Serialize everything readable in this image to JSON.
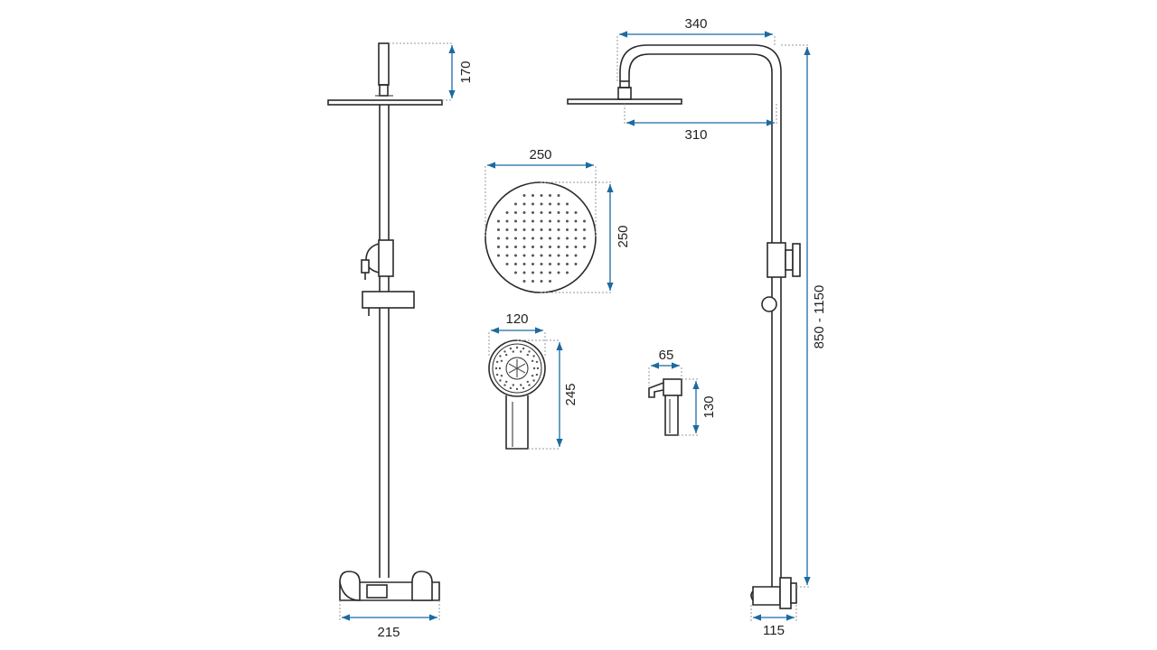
{
  "diagram": {
    "colors": {
      "dimension": "#1b6aa0",
      "outline": "#2a2a2a",
      "extension": "#999999"
    },
    "dimensions": {
      "side_handshower_height": "170",
      "side_base_width": "215",
      "top_arm_length": "340",
      "top_arm_reach": "310",
      "head_width": "250",
      "head_height": "250",
      "handshower_width": "120",
      "handshower_length": "245",
      "bidet_width": "65",
      "bidet_length": "130",
      "column_height": "850 - 1150",
      "front_base_width": "115"
    }
  }
}
